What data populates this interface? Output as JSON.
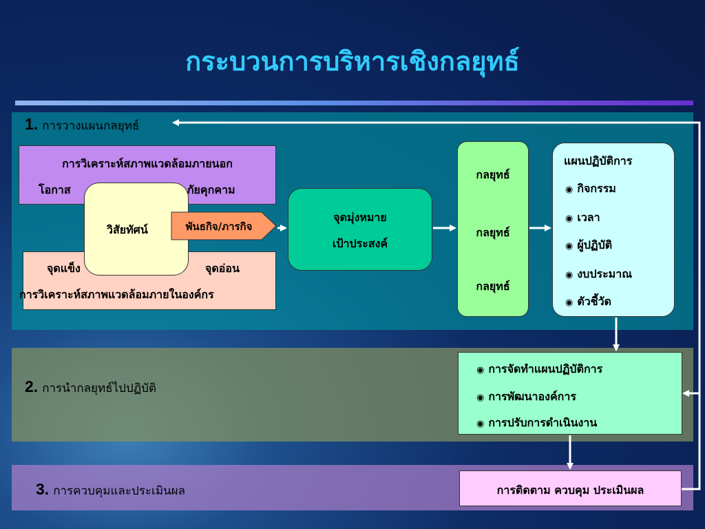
{
  "title": "กระบวนการบริหารเชิงกลยุทธ์",
  "steps": [
    {
      "number": "1.",
      "label": "การวางแผนกลยุทธ์"
    },
    {
      "number": "2.",
      "label": "การนำกลยุทธ์ไปปฏิบัติ"
    },
    {
      "number": "3.",
      "label": "การควบคุมและประเมินผล"
    }
  ],
  "external": {
    "title": "การวิเคราะห์สภาพแวดล้อมภายนอก",
    "opportunity": "โอกาส",
    "threat": "ภัยคุกคาม"
  },
  "internal": {
    "strength": "จุดแข็ง",
    "weakness": "จุดอ่อน",
    "title": "การวิเคราะห์สภาพแวดล้อมภายในองค์กร"
  },
  "vision": "วิสัยทัศน์",
  "mission": "พันธกิจ/ภารกิจ",
  "goals": {
    "line1": "จุดมุ่งหมาย",
    "line2": "เป้าประสงค์"
  },
  "strategies": [
    "กลยุทธ์",
    "กลยุทธ์",
    "กลยุทธ์"
  ],
  "action_plan": {
    "title": "แผนปฏิบัติการ",
    "items": [
      "กิจกรรม",
      "เวลา",
      "ผู้ปฏิบัติ",
      "งบประมาณ",
      "ตัวชี้วัด"
    ]
  },
  "implementation": {
    "items": [
      "การจัดทำแผนปฏิบัติการ",
      "การพัฒนาองค์การ",
      "การปรับการดำเนินงาน"
    ]
  },
  "evaluation": "การติดตาม ควบคุม ประเมินผล",
  "bullet_glyph": "◉",
  "colors": {
    "title": "#33ccff",
    "band_planning": "#0096a0",
    "band_implementation": "#82915f",
    "band_evaluation": "#aa7dc8",
    "external_box": "#c08af0",
    "internal_box": "#ffd2c4",
    "vision_box": "#ffffcc",
    "mission_tag": "#ff9966",
    "goal_box": "#00cc99",
    "strategy_box": "#99ff99",
    "plan_box": "#ccffff",
    "implementation_box": "#99ffcc",
    "evaluation_box": "#ffccff",
    "arrow": "#ffffff"
  }
}
